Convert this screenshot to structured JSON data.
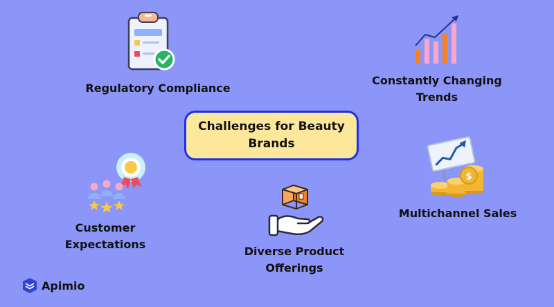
{
  "center": {
    "title": "Challenges for Beauty Brands"
  },
  "nodes": {
    "regulatory": "Regulatory Compliance",
    "trends": "Constantly Changing Trends",
    "customer": "Customer Expectations",
    "product": "Diverse Product Offerings",
    "multichannel": "Multichannel Sales"
  },
  "icons": {
    "regulatory": "clipboard-check-icon",
    "trends": "rising-bar-chart-icon",
    "customer": "customer-rating-icon",
    "product": "hand-holding-box-icon",
    "multichannel": "coins-growth-chart-icon",
    "brand": "layers-logo-icon"
  },
  "brand": {
    "name": "Apimio"
  },
  "colors": {
    "background": "#8c96f8",
    "center_fill": "#fde79a",
    "center_border": "#1a2ff0",
    "brand_blue": "#2f43d8"
  }
}
